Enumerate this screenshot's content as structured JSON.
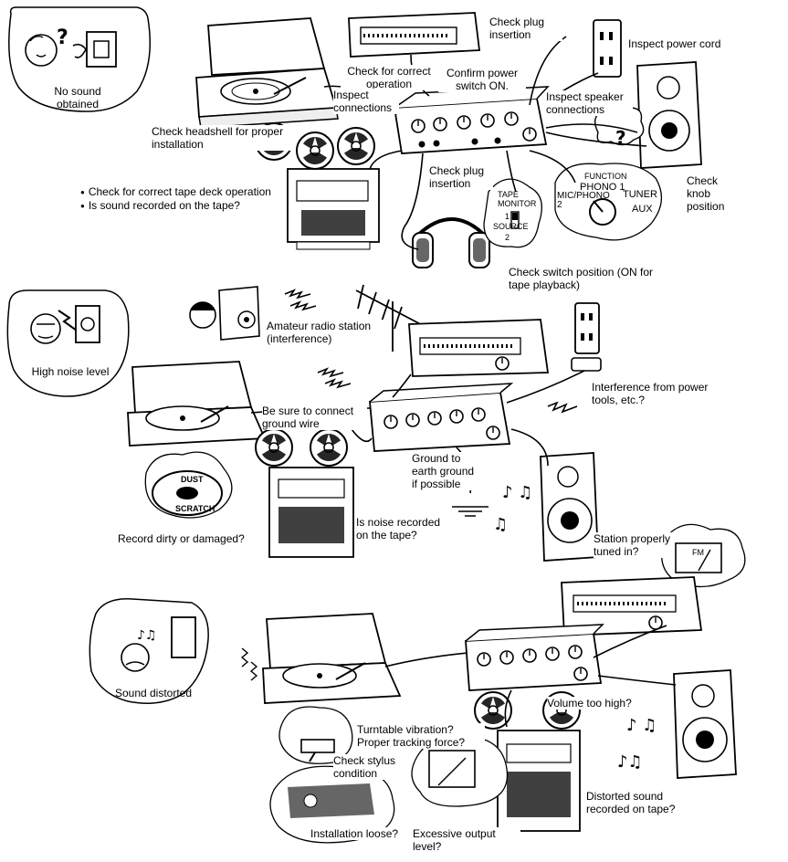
{
  "section1": {
    "bubble": "No sound obtained",
    "labels": {
      "check_plug_top": "Check plug insertion",
      "inspect_power_cord": "Inspect power cord",
      "check_correct_operation": "Check for correct operation",
      "confirm_power": "Confirm power switch ON.",
      "inspect_connections": "Inspect connections",
      "inspect_speaker": "Inspect speaker connections",
      "check_headshell": "Check headshell for proper installation",
      "check_plug_mid": "Check plug insertion",
      "check_knob": "Check knob position",
      "check_switch": "Check switch position (ON for tape playback)"
    },
    "bullets": [
      "Check for correct tape deck operation",
      "Is sound recorded on the tape?"
    ],
    "knob_labels": {
      "function": "FUNCTION",
      "phono1": "PHONO 1",
      "micphono2": "MIC/PHONO 2",
      "tuner": "TUNER",
      "aux": "AUX"
    },
    "switch_labels": {
      "tape_monitor": "TAPE MONITOR",
      "one": "1",
      "source": "SOURCE",
      "two": "2"
    }
  },
  "section2": {
    "bubble": "High noise level",
    "labels": {
      "amateur_radio": "Amateur radio station (interference)",
      "interference_tools": "Interference from power tools, etc.?",
      "ground_wire": "Be sure to connect ground wire",
      "ground_earth": "Ground to earth ground if possible",
      "record_dirty": "Record dirty or damaged?",
      "noise_recorded": "Is noise recorded on the tape?",
      "station_tuned": "Station properly tuned in?"
    },
    "record_text": {
      "dust": "DUST",
      "scratch": "SCRATCH"
    },
    "meter_label": "FM"
  },
  "section3": {
    "bubble": "Sound distorted",
    "labels": {
      "turntable_vibration": "Turntable vibration? Proper tracking force?",
      "volume_high": "Volume too high?",
      "check_stylus": "Check stylus condition",
      "distorted_recorded": "Distorted sound recorded on tape?",
      "installation_loose": "Installation loose?",
      "excessive_output": "Excessive output level?"
    }
  }
}
